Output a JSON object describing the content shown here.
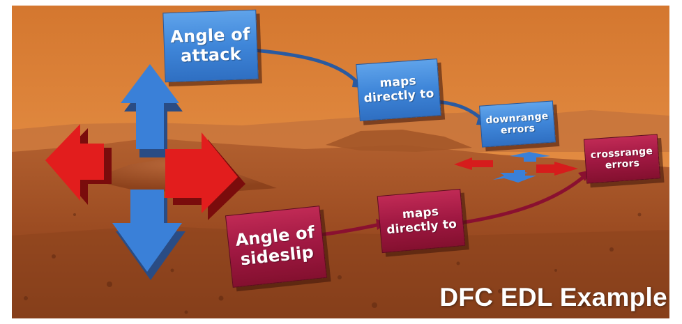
{
  "boxes": {
    "angle_of_attack": [
      "Angle of",
      "attack"
    ],
    "maps_directly_1": [
      "maps",
      "directly to"
    ],
    "downrange": [
      "downrange",
      "errors"
    ],
    "crossrange": [
      "crossrange",
      "errors"
    ],
    "maps_directly_2": [
      "maps",
      "directly to"
    ],
    "angle_of_sideslip": [
      "Angle of",
      "sideslip"
    ]
  },
  "caption": "DFC EDL Example",
  "colors": {
    "sky": "#e58a3e",
    "terrain": "#a9542a",
    "blue_box": "#3f86d9",
    "red_box": "#a01842",
    "blue_arrow": "#3a7fd6",
    "red_arrow": "#e21d1d"
  },
  "icons": [
    "up-arrow-icon",
    "down-arrow-icon",
    "left-arrow-icon",
    "right-arrow-icon"
  ]
}
